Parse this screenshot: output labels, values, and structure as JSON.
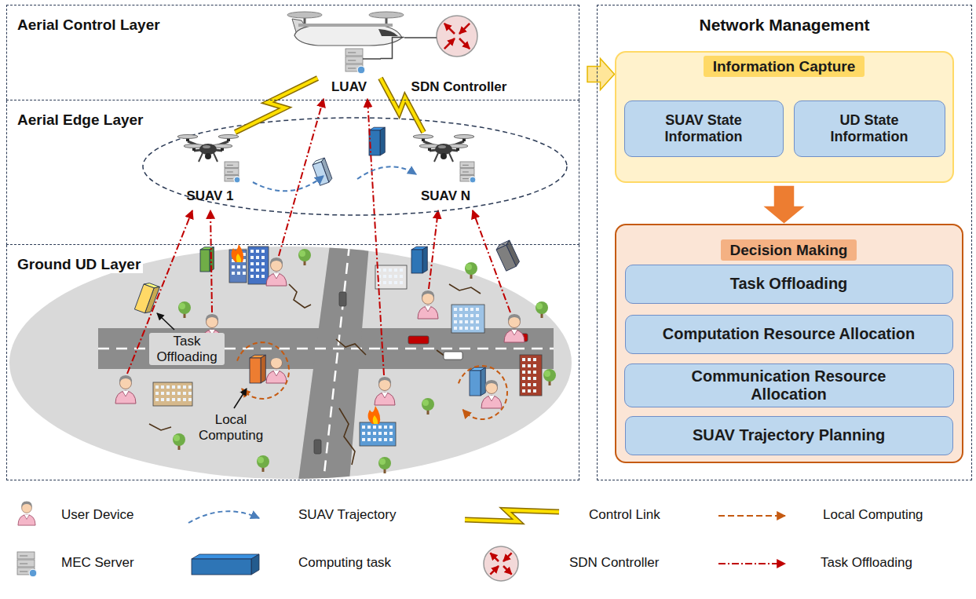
{
  "diagram": {
    "nodes": [
      {
        "text": [
          "Aerial Control Layer"
        ]
      },
      {
        "text": [
          "LUAV"
        ],
        "in": 0
      },
      {
        "text": [
          "SDN Controller"
        ],
        "in": 0
      },
      {
        "text": [
          "Aerial Edge Layer"
        ]
      },
      {
        "text": [
          "SUAV 1"
        ],
        "in": 3
      },
      {
        "text": [
          "SUAV N"
        ],
        "in": 3
      },
      {
        "text": [
          "Ground UD Layer"
        ]
      },
      {
        "text": [
          "Network Management"
        ]
      },
      {
        "text": [
          "Information Capture"
        ],
        "in": 7
      },
      {
        "text": [
          "SUAV State Information"
        ],
        "in": 8
      },
      {
        "text": [
          "UD State Information"
        ],
        "in": 8
      },
      {
        "text": [
          "Decision Making"
        ],
        "in": 7
      },
      {
        "text": [
          "Task Offloading"
        ],
        "in": 11
      },
      {
        "text": [
          "Computation Resource Allocation"
        ],
        "in": 11
      },
      {
        "text": [
          "Communication Resource Allocation"
        ],
        "in": 11
      },
      {
        "text": [
          "SUAV Trajectory Planning"
        ],
        "in": 11
      }
    ],
    "edges": [
      {
        "from": 1,
        "to": 2,
        "arrow": "none"
      },
      {
        "from": 1,
        "to": 4,
        "arrow": "none"
      },
      {
        "from": 1,
        "to": 5,
        "arrow": "none"
      },
      {
        "from": 0,
        "to": 8,
        "arrow": "to"
      },
      {
        "from": 8,
        "to": 11,
        "arrow": "to"
      }
    ],
    "labels": [
      "Task Offloading",
      "Local Computing"
    ],
    "legend": [
      {
        "text": "User Device"
      },
      {
        "text": "SUAV Trajectory"
      },
      {
        "text": "Control Link"
      },
      {
        "text": "Local Computing"
      },
      {
        "text": "MEC Server"
      },
      {
        "text": "Computing task"
      },
      {
        "text": "SDN Controller"
      },
      {
        "text": "Task Offloading"
      }
    ]
  }
}
